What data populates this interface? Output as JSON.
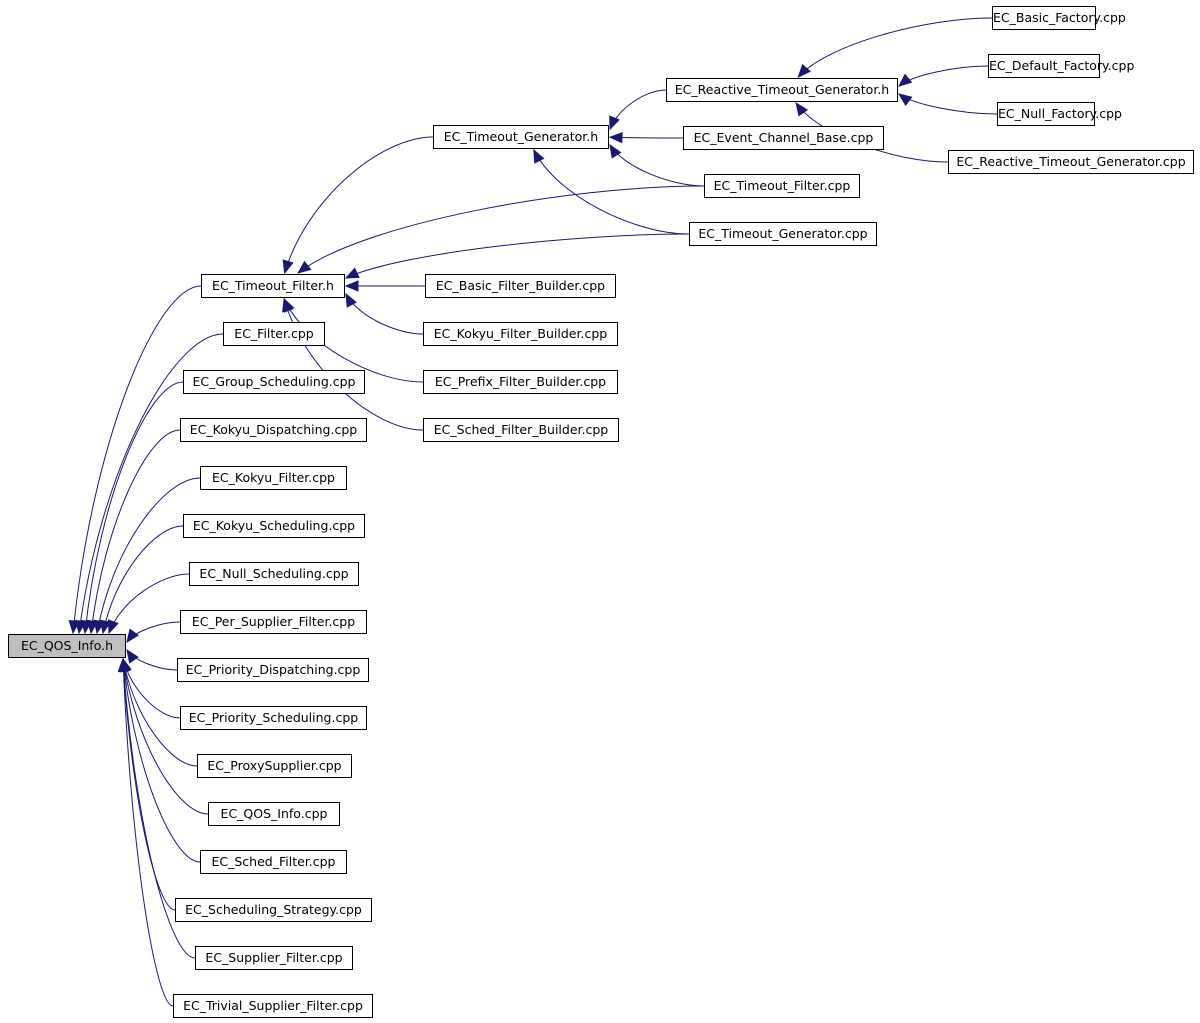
{
  "colors": {
    "edge": "#191970",
    "root_fill": "#bfbfbf",
    "node_fill": "#ffffff"
  },
  "nodes": [
    {
      "id": "qos_h",
      "label": "EC_QOS_Info.h",
      "root": true
    },
    {
      "id": "tf_h",
      "label": "EC_Timeout_Filter.h"
    },
    {
      "id": "filter",
      "label": "EC_Filter.cpp"
    },
    {
      "id": "group_sched",
      "label": "EC_Group_Scheduling.cpp"
    },
    {
      "id": "kokyu_disp",
      "label": "EC_Kokyu_Dispatching.cpp"
    },
    {
      "id": "kokyu_filter",
      "label": "EC_Kokyu_Filter.cpp"
    },
    {
      "id": "kokyu_sched",
      "label": "EC_Kokyu_Scheduling.cpp"
    },
    {
      "id": "null_sched",
      "label": "EC_Null_Scheduling.cpp"
    },
    {
      "id": "per_supp",
      "label": "EC_Per_Supplier_Filter.cpp"
    },
    {
      "id": "prio_disp",
      "label": "EC_Priority_Dispatching.cpp"
    },
    {
      "id": "prio_sched",
      "label": "EC_Priority_Scheduling.cpp"
    },
    {
      "id": "proxy_supp",
      "label": "EC_ProxySupplier.cpp"
    },
    {
      "id": "qos_cpp",
      "label": "EC_QOS_Info.cpp"
    },
    {
      "id": "sched_filter",
      "label": "EC_Sched_Filter.cpp"
    },
    {
      "id": "sched_strat",
      "label": "EC_Scheduling_Strategy.cpp"
    },
    {
      "id": "supp_filter",
      "label": "EC_Supplier_Filter.cpp"
    },
    {
      "id": "trivial",
      "label": "EC_Trivial_Supplier_Filter.cpp"
    },
    {
      "id": "tg_h",
      "label": "EC_Timeout_Generator.h"
    },
    {
      "id": "basic_fb",
      "label": "EC_Basic_Filter_Builder.cpp"
    },
    {
      "id": "kokyu_fb",
      "label": "EC_Kokyu_Filter_Builder.cpp"
    },
    {
      "id": "prefix_fb",
      "label": "EC_Prefix_Filter_Builder.cpp"
    },
    {
      "id": "sched_fb",
      "label": "EC_Sched_Filter_Builder.cpp"
    },
    {
      "id": "rtg_h",
      "label": "EC_Reactive_Timeout_Generator.h"
    },
    {
      "id": "ecb",
      "label": "EC_Event_Channel_Base.cpp"
    },
    {
      "id": "tf_cpp",
      "label": "EC_Timeout_Filter.cpp"
    },
    {
      "id": "tg_cpp",
      "label": "EC_Timeout_Generator.cpp"
    },
    {
      "id": "basic_fact",
      "label": "EC_Basic_Factory.cpp"
    },
    {
      "id": "default_fact",
      "label": "EC_Default_Factory.cpp"
    },
    {
      "id": "null_fact",
      "label": "EC_Null_Factory.cpp"
    },
    {
      "id": "rtg_cpp",
      "label": "EC_Reactive_Timeout_Generator.cpp"
    }
  ],
  "edges": [
    [
      "tf_h",
      "qos_h"
    ],
    [
      "filter",
      "qos_h"
    ],
    [
      "group_sched",
      "qos_h"
    ],
    [
      "kokyu_disp",
      "qos_h"
    ],
    [
      "kokyu_filter",
      "qos_h"
    ],
    [
      "kokyu_sched",
      "qos_h"
    ],
    [
      "null_sched",
      "qos_h"
    ],
    [
      "per_supp",
      "qos_h"
    ],
    [
      "prio_disp",
      "qos_h"
    ],
    [
      "prio_sched",
      "qos_h"
    ],
    [
      "proxy_supp",
      "qos_h"
    ],
    [
      "qos_cpp",
      "qos_h"
    ],
    [
      "sched_filter",
      "qos_h"
    ],
    [
      "sched_strat",
      "qos_h"
    ],
    [
      "supp_filter",
      "qos_h"
    ],
    [
      "trivial",
      "qos_h"
    ],
    [
      "tg_h",
      "tf_h"
    ],
    [
      "tf_cpp",
      "tf_h"
    ],
    [
      "tg_cpp",
      "tf_h"
    ],
    [
      "basic_fb",
      "tf_h"
    ],
    [
      "kokyu_fb",
      "tf_h"
    ],
    [
      "prefix_fb",
      "tf_h"
    ],
    [
      "sched_fb",
      "tf_h"
    ],
    [
      "rtg_h",
      "tg_h"
    ],
    [
      "ecb",
      "tg_h"
    ],
    [
      "tf_cpp",
      "tg_h"
    ],
    [
      "tg_cpp",
      "tg_h"
    ],
    [
      "basic_fact",
      "rtg_h"
    ],
    [
      "default_fact",
      "rtg_h"
    ],
    [
      "null_fact",
      "rtg_h"
    ],
    [
      "rtg_cpp",
      "rtg_h"
    ]
  ]
}
